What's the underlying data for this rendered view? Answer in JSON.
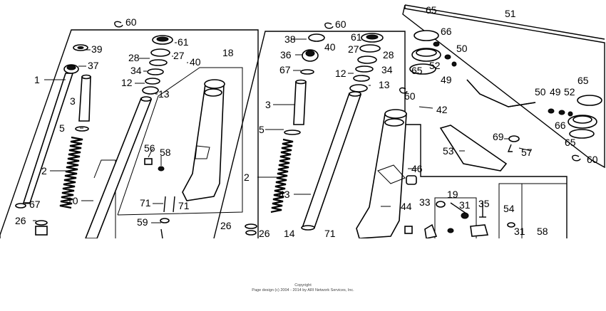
{
  "callouts": {
    "n1": "1",
    "n2": "2",
    "n2b": "2",
    "n3": "3",
    "n3b": "3",
    "n5": "5",
    "n5b": "5",
    "n10": "10",
    "n12": "12",
    "n12b": "12",
    "n13": "13",
    "n13b": "13",
    "n14": "14",
    "n18": "18",
    "n19": "19",
    "n26": "26",
    "n26b": "26",
    "n26c": "26",
    "n27": "27",
    "n27b": "27",
    "n28": "28",
    "n28b": "28",
    "n31": "31",
    "n31b": "31",
    "n33": "33",
    "n34": "34",
    "n34b": "34",
    "n35": "35",
    "n36": "36",
    "n37": "37",
    "n38": "38",
    "n39": "39",
    "n40": "40",
    "n40b": "40",
    "n42": "42",
    "n43": "43",
    "n44": "44",
    "n46": "46",
    "n49": "49",
    "n49b": "49",
    "n50": "50",
    "n50b": "50",
    "n51": "51",
    "n52": "52",
    "n52b": "52",
    "n53": "53",
    "n54": "54",
    "n56": "56",
    "n57": "57",
    "n58": "58",
    "n58b": "58",
    "n59": "59",
    "n60": "60",
    "n60b": "60",
    "n60c": "60",
    "n60d": "60",
    "n61": "61",
    "n61b": "61",
    "n65": "65",
    "n65b": "65",
    "n65c": "65",
    "n65d": "65",
    "n66": "66",
    "n66b": "66",
    "n67": "67",
    "n67b": "67",
    "n69": "69",
    "n71": "71",
    "n71b": "71",
    "n71c": "71"
  },
  "footer": {
    "line1": "Copyright",
    "line2": "Page design (c) 2004 - 2014 by ARI Network Services, Inc."
  }
}
